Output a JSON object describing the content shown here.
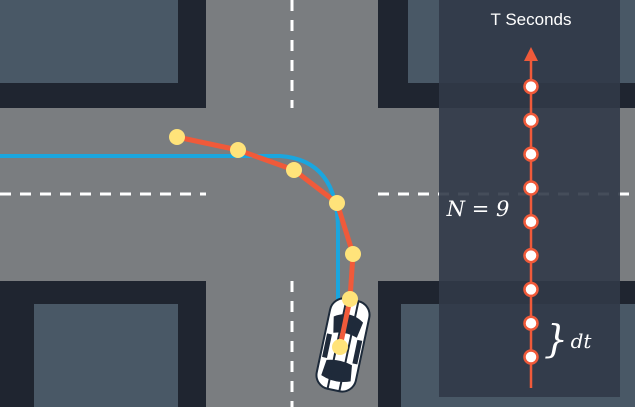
{
  "panel": {
    "title": "T Seconds",
    "n_label": "N = 9",
    "dt_label": "dt",
    "timestep_count": 9
  },
  "colors": {
    "background_dark": "#1f2530",
    "block_fill": "#495866",
    "road": "#7a7d80",
    "lane_dash": "#ffffff",
    "reference_path": "#1aa6df",
    "predicted_path": "#f05a3a",
    "predicted_point": "#ffe37a",
    "panel_overlay": "#313a48",
    "timeline": "#f05a3a",
    "timeline_node": "#ffffff",
    "text": "#ffffff"
  },
  "icons": {
    "vehicle": "car-top-view-icon",
    "arrow": "arrow-up-icon",
    "brace": "right-curly-brace-icon"
  }
}
